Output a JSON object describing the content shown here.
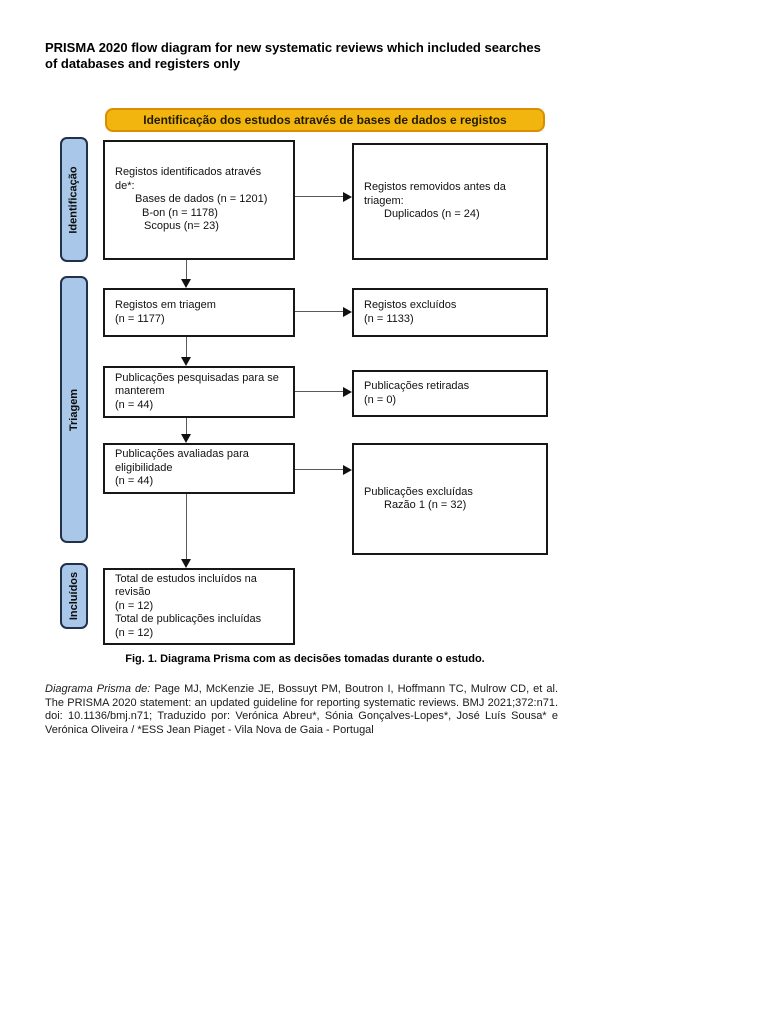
{
  "page": {
    "title": "PRISMA 2020 flow diagram for new systematic reviews which included searches of databases and registers only"
  },
  "banner": {
    "label": "Identificação dos estudos através de bases de dados e registos",
    "fill_color": "#F2B50F",
    "border_color": "#D98E00"
  },
  "sidebar": {
    "fill_color": "#A9C7E8",
    "items": [
      {
        "label": "Identificação"
      },
      {
        "label": "Triagem"
      },
      {
        "label": "Incluídos"
      }
    ]
  },
  "boxes": {
    "identified": {
      "line1": "Registos identificados através de*:",
      "sub1": "Bases de dados (n = 1201)",
      "sub2": "B-on (n = 1178)",
      "sub3": "Scopus (n= 23)"
    },
    "removed": {
      "line1": "Registos removidos antes da triagem:",
      "sub1": "Duplicados (n = 24)"
    },
    "screened": {
      "line1": "Registos em triagem",
      "line2": "(n = 1177)"
    },
    "excluded_records": {
      "line1": "Registos excluídos",
      "line2": "(n = 1133)"
    },
    "sought": {
      "line1": "Publicações pesquisadas para se manterem",
      "line2": "(n = 44)"
    },
    "not_retrieved": {
      "line1": "Publicações retiradas",
      "line2": "(n = 0)"
    },
    "assessed": {
      "line1": "Publicações avaliadas para eligibilidade",
      "line2": "(n = 44)"
    },
    "excluded_reports": {
      "line1": "Publicações excluídas",
      "sub1": "Razão 1 (n = 32)"
    },
    "included": {
      "line1": "Total de estudos incluídos na revisão",
      "line2": "(n = 12)",
      "line3": "Total de publicações incluídas",
      "line4": "(n = 12)"
    }
  },
  "caption": "Fig. 1. Diagrama Prisma com as decisões tomadas durante o estudo.",
  "footer": {
    "lead_italic": "Diagrama Prisma de:",
    "body": " Page MJ, McKenzie JE, Bossuyt PM, Boutron I, Hoffmann TC, Mulrow CD, et al. The PRISMA 2020 statement: an updated guideline for reporting systematic reviews. BMJ 2021;372:n71. doi: 10.1136/bmj.n71; Traduzido por: Verónica Abreu*, Sónia Gonçalves-Lopes*, José Luís Sousa* e Verónica Oliveira / *ESS Jean Piaget - Vila Nova de Gaia - Portugal"
  }
}
